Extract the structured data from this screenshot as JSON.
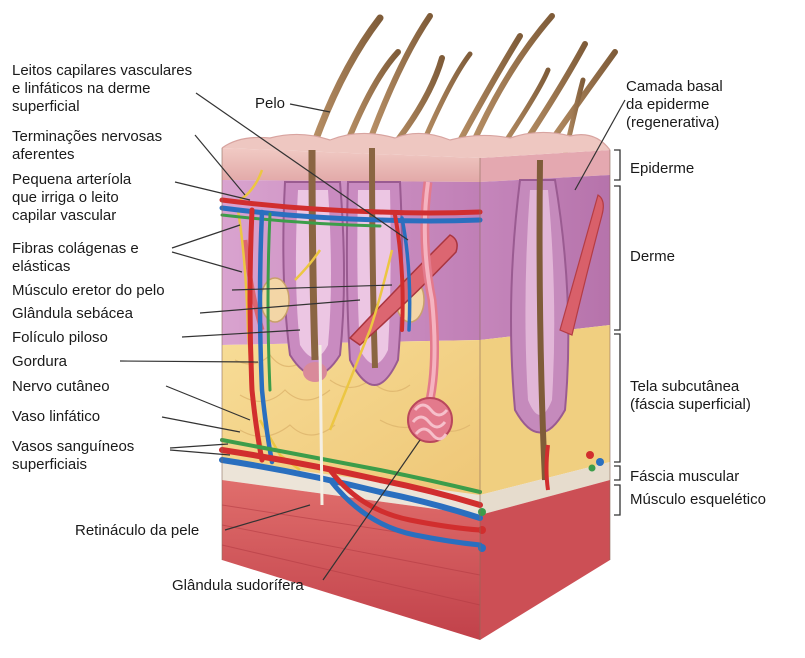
{
  "labels_left": [
    {
      "id": "leitos",
      "lines": [
        "Leitos capilares vasculares",
        "e linfáticos na derme",
        "superficial"
      ]
    },
    {
      "id": "terminacoes",
      "lines": [
        "Terminações nervosas",
        "aferentes"
      ]
    },
    {
      "id": "arteriola",
      "lines": [
        "Pequena arteríola",
        "que irriga o leito",
        "capilar vascular"
      ]
    },
    {
      "id": "fibras",
      "lines": [
        "Fibras colágenas e",
        "elásticas"
      ]
    },
    {
      "id": "musculo_eretor",
      "lines": [
        "Músculo eretor do pelo"
      ]
    },
    {
      "id": "glandula_sebacea",
      "lines": [
        "Glândula sebácea"
      ]
    },
    {
      "id": "foliculo",
      "lines": [
        "Folículo piloso"
      ]
    },
    {
      "id": "gordura",
      "lines": [
        "Gordura"
      ]
    },
    {
      "id": "nervo",
      "lines": [
        "Nervo cutâneo"
      ]
    },
    {
      "id": "vaso_linfatico",
      "lines": [
        "Vaso linfático"
      ]
    },
    {
      "id": "vasos_sanguineos",
      "lines": [
        "Vasos sanguíneos",
        "superficiais"
      ]
    }
  ],
  "labels_bottom": [
    {
      "id": "retinaculo",
      "lines": [
        "Retináculo da pele"
      ]
    },
    {
      "id": "sudorifera",
      "lines": [
        "Glândula sudorífera"
      ]
    }
  ],
  "labels_top": [
    {
      "id": "pelo",
      "lines": [
        "Pelo"
      ]
    }
  ],
  "labels_right": [
    {
      "id": "camada_basal",
      "lines": [
        "Camada basal",
        "da epiderme",
        "(regenerativa)"
      ]
    },
    {
      "id": "epiderme",
      "lines": [
        "Epiderme"
      ]
    },
    {
      "id": "derme",
      "lines": [
        "Derme"
      ]
    },
    {
      "id": "tela",
      "lines": [
        "Tela subcutânea",
        "(fáscia superficial)"
      ]
    },
    {
      "id": "fascia",
      "lines": [
        "Fáscia muscular"
      ]
    },
    {
      "id": "musculo_esq",
      "lines": [
        "Músculo esquelético"
      ]
    }
  ],
  "colors": {
    "epidermis": "#e9b9b7",
    "dermis": "#c98bc0",
    "dermis_light": "#dca9d3",
    "fat": "#f4d68a",
    "fascia": "#ece4d8",
    "muscle": "#d6585a",
    "artery": "#d12e2e",
    "vein": "#2a6fbf",
    "nerve": "#f2cf3a",
    "lymph": "#3c9d4a",
    "hair": "#9e7b52",
    "leader": "#333333"
  }
}
